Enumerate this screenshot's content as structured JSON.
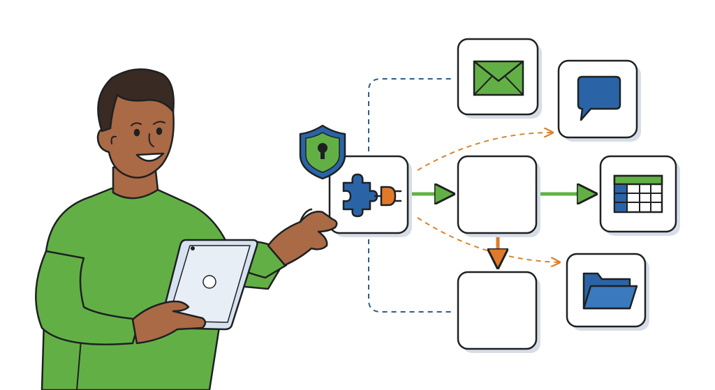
{
  "colors": {
    "background": "#ffffff",
    "outline": "#1e2022",
    "green": "#62b045",
    "blue": "#2a64a6",
    "orange": "#e07a2a",
    "skin": "#a96a45",
    "hair": "#3a2a24",
    "tablet": "#d6e2f0",
    "shadow": "#d7dde6",
    "dashed_blue": "#2f5d86",
    "dashed_orange": "#d9822b"
  },
  "nodes": [
    {
      "id": "integration-hub",
      "icon": "puzzle-plug-icon"
    },
    {
      "id": "security",
      "icon": "shield-lock-icon"
    },
    {
      "id": "email",
      "icon": "envelope-icon"
    },
    {
      "id": "chat",
      "icon": "chat-bubble-icon"
    },
    {
      "id": "process",
      "icon": ""
    },
    {
      "id": "spreadsheet",
      "icon": "table-grid-icon"
    },
    {
      "id": "output",
      "icon": ""
    },
    {
      "id": "folder",
      "icon": "folder-icon"
    }
  ],
  "connections": [
    {
      "from": "integration-hub",
      "to": "process",
      "style": "solid-green-arrow"
    },
    {
      "from": "process",
      "to": "spreadsheet",
      "style": "solid-green-arrow"
    },
    {
      "from": "process",
      "to": "output",
      "style": "solid-orange-arrow"
    },
    {
      "from": "integration-hub",
      "to": "email",
      "style": "dashed-blue"
    },
    {
      "from": "integration-hub",
      "to": "output",
      "style": "dashed-blue"
    },
    {
      "from": "integration-hub",
      "to": "chat",
      "style": "dashed-orange"
    },
    {
      "from": "integration-hub",
      "to": "folder",
      "style": "dashed-orange"
    }
  ],
  "person": {
    "holding": "tablet-icon",
    "gesture": "open-hand-presenting"
  }
}
